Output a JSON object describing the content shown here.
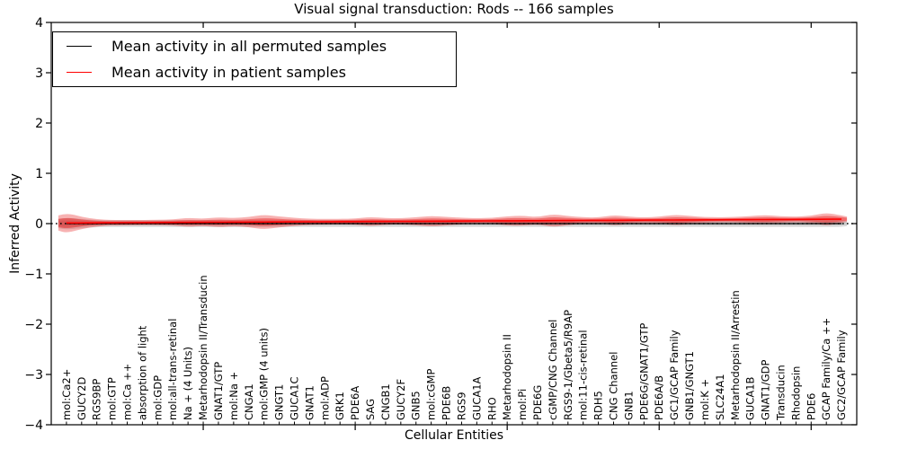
{
  "chart_data": {
    "type": "area",
    "title": "Visual signal transduction: Rods -- 166 samples",
    "xlabel": "Cellular Entities",
    "ylabel": "Inferred Activity",
    "ylim": [
      -4,
      4
    ],
    "yticks": [
      4,
      3,
      2,
      1,
      0,
      -1,
      -2,
      -3,
      -4
    ],
    "xticks_major_positions": [
      10,
      20,
      30,
      40,
      50
    ],
    "grid": false,
    "legend_position": "upper left",
    "zero_reference_line": 0,
    "categories": [
      "mol:Ca2+",
      "GUCY2D",
      "RGS9BP",
      "mol:GTP",
      "mol:Ca ++",
      "absorption of light",
      "mol:GDP",
      "mol:all-trans-retinal",
      "Na + (4 Units)",
      "Metarhodopsin II/Transducin",
      "GNAT1/GTP",
      "mol:Na +",
      "CNGA1",
      "mol:GMP (4 units)",
      "GNGT1",
      "GUCA1C",
      "GNAT1",
      "mol:ADP",
      "GRK1",
      "PDE6A",
      "SAG",
      "CNGB1",
      "GUCY2F",
      "GNB5",
      "mol:cGMP",
      "PDE6B",
      "RGS9",
      "GUCA1A",
      "RHO",
      "Metarhodopsin II",
      "mol:Pi",
      "PDE6G",
      "cGMP/CNG Channel",
      "RGS9-1/Gbeta5/R9AP",
      "mol:11-cis-retinal",
      "RDH5",
      "CNG Channel",
      "GNB1",
      "PDE6G/GNAT1/GTP",
      "PDE6A/B",
      "GC1/GCAP Family",
      "GNB1/GNGT1",
      "mol:K +",
      "SLC24A1",
      "Metarhodopsin II/Arrestin",
      "GUCA1B",
      "GNAT1/GDP",
      "Transducin",
      "Rhodopsin",
      "PDE6",
      "GCAP Family/Ca ++",
      "GC2/GCAP Family"
    ],
    "series": [
      {
        "name": "Mean activity in all permuted samples",
        "color": "#000000",
        "band_color": "#888888",
        "mean": [
          0,
          0,
          0,
          0,
          0,
          0,
          0,
          0,
          0,
          0,
          0,
          0,
          0,
          0,
          0,
          0,
          0,
          0,
          0,
          0,
          0,
          0,
          0,
          0,
          0,
          0,
          0,
          0,
          0,
          0,
          0,
          0,
          0,
          0,
          0,
          0,
          0,
          0,
          0,
          0,
          0,
          0,
          0,
          0,
          0,
          0,
          0,
          0,
          0,
          0,
          0,
          0
        ],
        "spread": [
          0.12,
          0.09,
          0.07,
          0.07,
          0.07,
          0.07,
          0.07,
          0.07,
          0.07,
          0.07,
          0.07,
          0.07,
          0.07,
          0.07,
          0.07,
          0.07,
          0.07,
          0.07,
          0.07,
          0.07,
          0.07,
          0.07,
          0.07,
          0.07,
          0.07,
          0.07,
          0.07,
          0.07,
          0.07,
          0.07,
          0.07,
          0.07,
          0.07,
          0.07,
          0.07,
          0.07,
          0.07,
          0.07,
          0.07,
          0.07,
          0.07,
          0.07,
          0.07,
          0.07,
          0.07,
          0.07,
          0.07,
          0.07,
          0.07,
          0.07,
          0.07,
          0.07
        ]
      },
      {
        "name": "Mean activity in patient samples",
        "color": "#ff0000",
        "band_color": "#e60000",
        "mean": [
          0.012,
          0.013,
          0.015,
          0.016,
          0.018,
          0.019,
          0.021,
          0.022,
          0.024,
          0.025,
          0.027,
          0.028,
          0.03,
          0.031,
          0.033,
          0.034,
          0.036,
          0.037,
          0.039,
          0.04,
          0.042,
          0.043,
          0.045,
          0.046,
          0.048,
          0.049,
          0.051,
          0.052,
          0.054,
          0.055,
          0.057,
          0.058,
          0.06,
          0.061,
          0.063,
          0.064,
          0.066,
          0.067,
          0.069,
          0.07,
          0.072,
          0.073,
          0.075,
          0.076,
          0.078,
          0.079,
          0.081,
          0.082,
          0.084,
          0.085,
          0.087,
          0.088
        ],
        "spread": [
          0.2,
          0.12,
          0.07,
          0.055,
          0.055,
          0.05,
          0.055,
          0.06,
          0.09,
          0.07,
          0.1,
          0.08,
          0.1,
          0.145,
          0.11,
          0.08,
          0.06,
          0.055,
          0.055,
          0.06,
          0.09,
          0.065,
          0.06,
          0.08,
          0.105,
          0.085,
          0.065,
          0.055,
          0.06,
          0.09,
          0.1,
          0.07,
          0.13,
          0.09,
          0.065,
          0.055,
          0.105,
          0.07,
          0.055,
          0.065,
          0.105,
          0.08,
          0.055,
          0.05,
          0.055,
          0.07,
          0.09,
          0.065,
          0.055,
          0.07,
          0.13,
          0.075
        ]
      }
    ]
  }
}
